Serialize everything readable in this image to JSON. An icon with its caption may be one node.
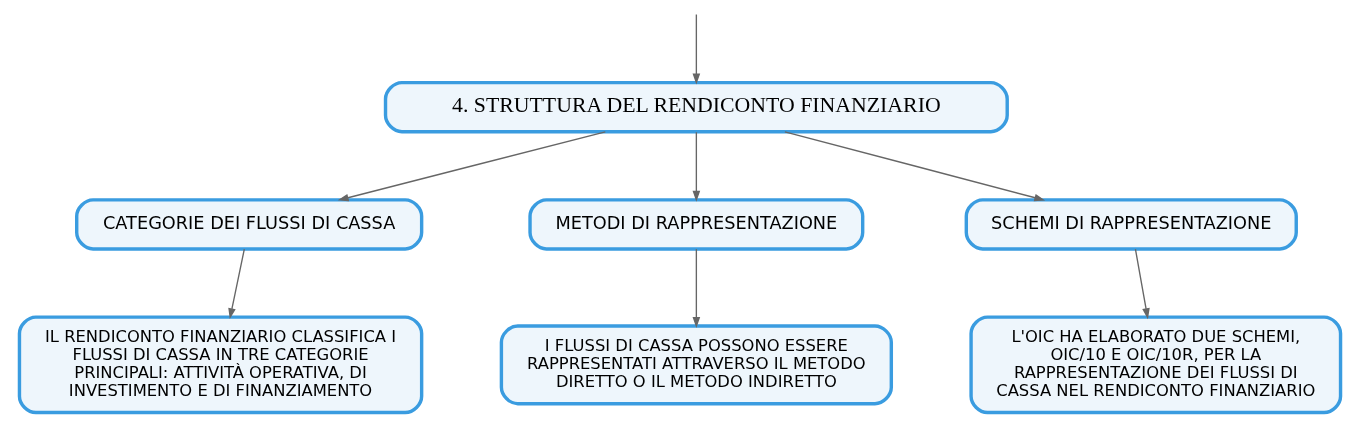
{
  "diagram": {
    "nodes": [
      {
        "text": [
          "4. STRUTTURA DEL RENDICONTO FINANZIARIO"
        ]
      },
      {
        "text": [
          "CATEGORIE DEI FLUSSI DI CASSA"
        ]
      },
      {
        "text": [
          "METODI DI RAPPRESENTAZIONE"
        ]
      },
      {
        "text": [
          "SCHEMI DI RAPPRESENTAZIONE"
        ]
      },
      {
        "text": [
          "IL RENDICONTO FINANZIARIO CLASSIFICA I FLUSSI DI CASSA IN TRE CATEGORIE PRINCIPALI: ATTIVITÀ OPERATIVA, DI INVESTIMENTO E DI FINANZIAMENTO"
        ]
      },
      {
        "text": [
          "I FLUSSI DI CASSA POSSONO ESSERE RAPPRESENTATI ATTRAVERSO IL METODO DIRETTO O IL METODO INDIRETTO"
        ]
      },
      {
        "text": [
          "L'OIC HA ELABORATO DUE SCHEMI, OIC/10 E OIC/10R, PER LA RAPPRESENTAZIONE DEI FLUSSI DI CASSA NEL RENDICONTO FINANZIARIO"
        ]
      }
    ],
    "edges": [
      {
        "from": null,
        "to": 0,
        "arrow": "to"
      },
      {
        "from": 0,
        "to": 1,
        "arrow": "to"
      },
      {
        "from": 0,
        "to": 2,
        "arrow": "to"
      },
      {
        "from": 0,
        "to": 3,
        "arrow": "to"
      },
      {
        "from": 1,
        "to": 4,
        "arrow": "to"
      },
      {
        "from": 2,
        "to": 5,
        "arrow": "to"
      },
      {
        "from": 3,
        "to": 6,
        "arrow": "to"
      }
    ]
  }
}
